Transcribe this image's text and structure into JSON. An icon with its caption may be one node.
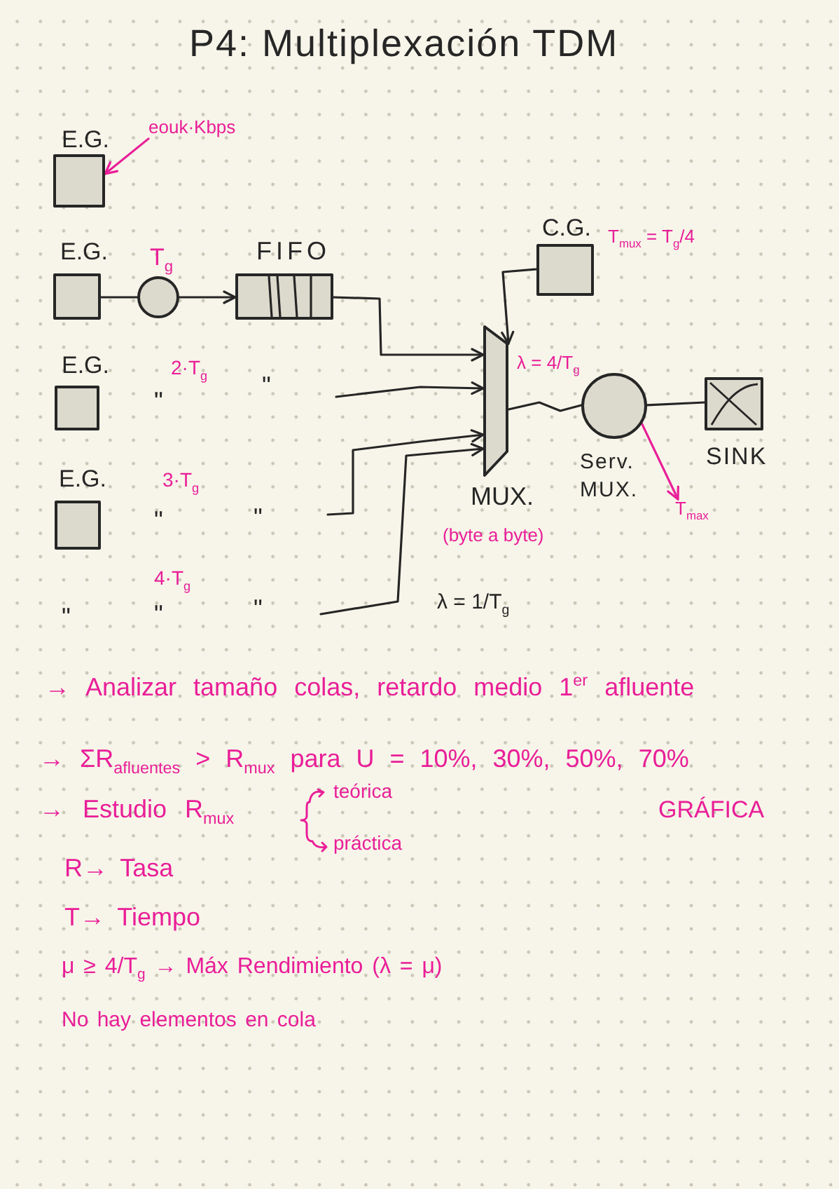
{
  "diagram": {
    "title": "P4: Multiplexación TDM",
    "nodes": [
      {
        "text": [
          "E.G."
        ]
      },
      {
        "text": [
          "eouk·Kbps"
        ]
      },
      {
        "text": [
          "E.G."
        ]
      },
      {
        "text": [
          "T$_{g}$"
        ]
      },
      {
        "text": [
          "FIFO"
        ]
      },
      {
        "text": [
          "C.G."
        ],
        "beside": [
          "T$_{mux}$ = T$_{g}$/4"
        ]
      },
      {
        "text": [
          "E.G."
        ]
      },
      {
        "text": [
          "MUX."
        ],
        "beside": [
          "(byte a byte)"
        ]
      },
      {
        "text": [
          "Serv. MUX."
        ]
      },
      {
        "text": [
          "SINK"
        ]
      },
      {
        "text": [
          "E.G."
        ]
      },
      {
        "text": [
          "T$_{max}$"
        ]
      }
    ],
    "edges": [
      {
        "from": 1,
        "to": 0,
        "arrow": "to",
        "color": "#e91e98"
      },
      {
        "from": 2,
        "to": 3,
        "arrow": "none"
      },
      {
        "from": 3,
        "to": 4,
        "arrow": "to"
      },
      {
        "from": 4,
        "to": 7,
        "arrow": "to"
      },
      {
        "from": 5,
        "to": 7,
        "arrow": "to"
      },
      {
        "from": null,
        "to": 7,
        "arrow": "to"
      },
      {
        "from": null,
        "to": 7,
        "arrow": "to"
      },
      {
        "from": null,
        "to": 7,
        "arrow": "to"
      },
      {
        "from": 7,
        "to": 8,
        "arrow": "none"
      },
      {
        "from": 8,
        "to": 9,
        "arrow": "none"
      },
      {
        "from": 8,
        "to": 11,
        "arrow": "to",
        "color": "#e91e98"
      }
    ],
    "labels": [
      "2·T$_{g}$",
      "λ = 4/T$_{g}$",
      "\"",
      "\"",
      "3·T$_{g}$",
      "\"",
      "\"",
      "4·T$_{g}$",
      "λ = 1/T$_{g}$",
      "\"",
      "\"",
      "\"",
      "→ Analizar tamaño colas, retardo medio 1$^{er}$ afluente",
      "→ ΣR$_{afluentes}$ > R$_{mux}$ para U = 10%, 30%, 50%, 70%",
      "→ Estudio R$_{mux}$",
      "teórica",
      "práctica",
      "GRÁFICA",
      "R→ Tasa",
      "T→ Tiempo",
      "μ ≥ 4/T$_{g}$ → Máx Rendimiento (λ = μ)",
      "No hay elementos en cola"
    ]
  }
}
